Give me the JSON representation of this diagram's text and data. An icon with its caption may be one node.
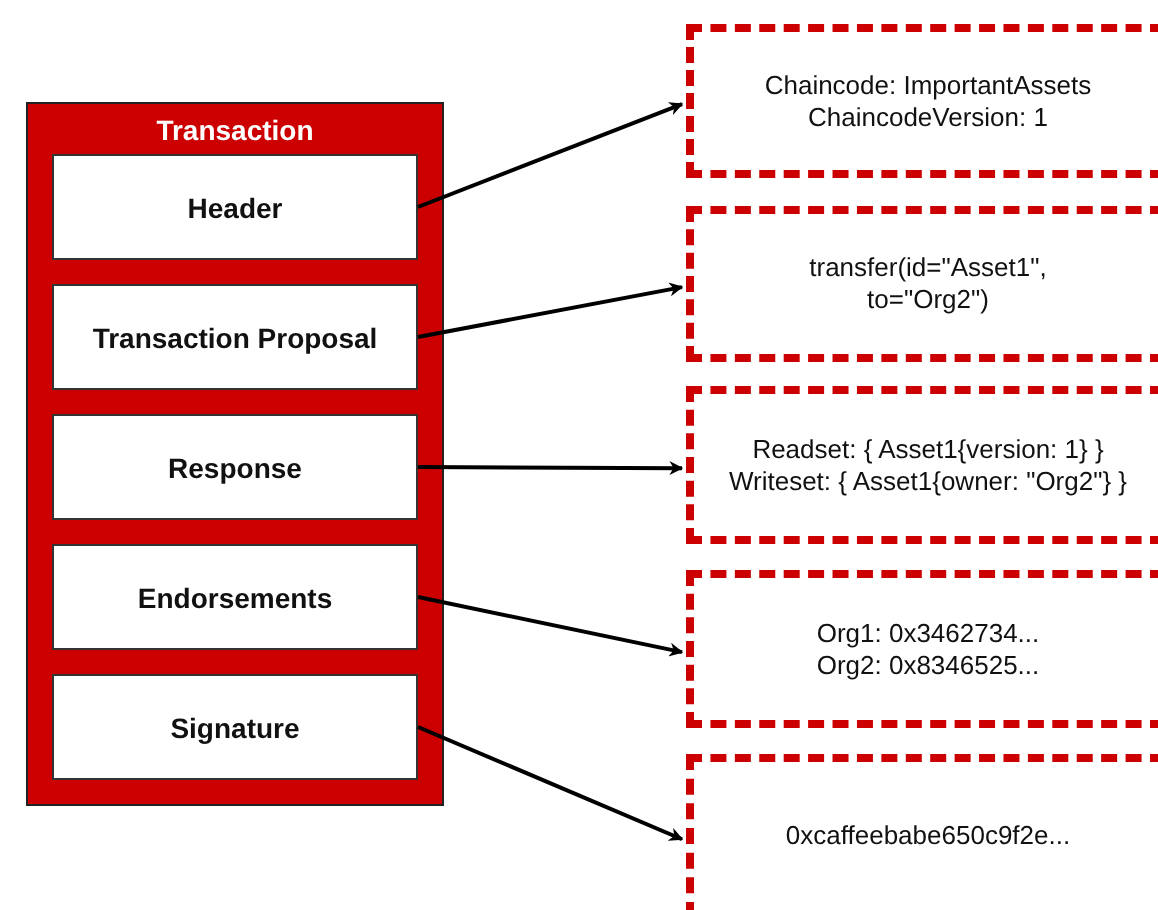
{
  "diagram": {
    "nodes": [
      {
        "text": [
          "Transaction"
        ]
      },
      {
        "text": [
          "Header"
        ],
        "in": 0
      },
      {
        "text": [
          "Transaction Proposal"
        ],
        "in": 0
      },
      {
        "text": [
          "Response"
        ],
        "in": 0
      },
      {
        "text": [
          "Endorsements"
        ],
        "in": 0
      },
      {
        "text": [
          "Signature"
        ],
        "in": 0
      },
      {
        "text": [
          "Chaincode: ImportantAssets ChaincodeVersion: 1"
        ]
      },
      {
        "text": [
          "transfer(id=\"Asset1\", to=\"Org2\")"
        ]
      },
      {
        "text": [
          "Readset: { Asset1{version: 1} } Writeset: { Asset1{owner: \"Org2\"} }"
        ]
      },
      {
        "text": [
          "Org1: 0x3462734... Org2: 0x8346525..."
        ]
      },
      {
        "text": [
          "0xcaffeebabe650c9f2e..."
        ]
      }
    ],
    "edges": [
      {
        "from": 1,
        "to": 6,
        "arrow": "to"
      },
      {
        "from": 2,
        "to": 7,
        "arrow": "to"
      },
      {
        "from": 3,
        "to": 8,
        "arrow": "to"
      },
      {
        "from": 4,
        "to": 9,
        "arrow": "to"
      },
      {
        "from": 5,
        "to": 10,
        "arrow": "to"
      }
    ]
  }
}
